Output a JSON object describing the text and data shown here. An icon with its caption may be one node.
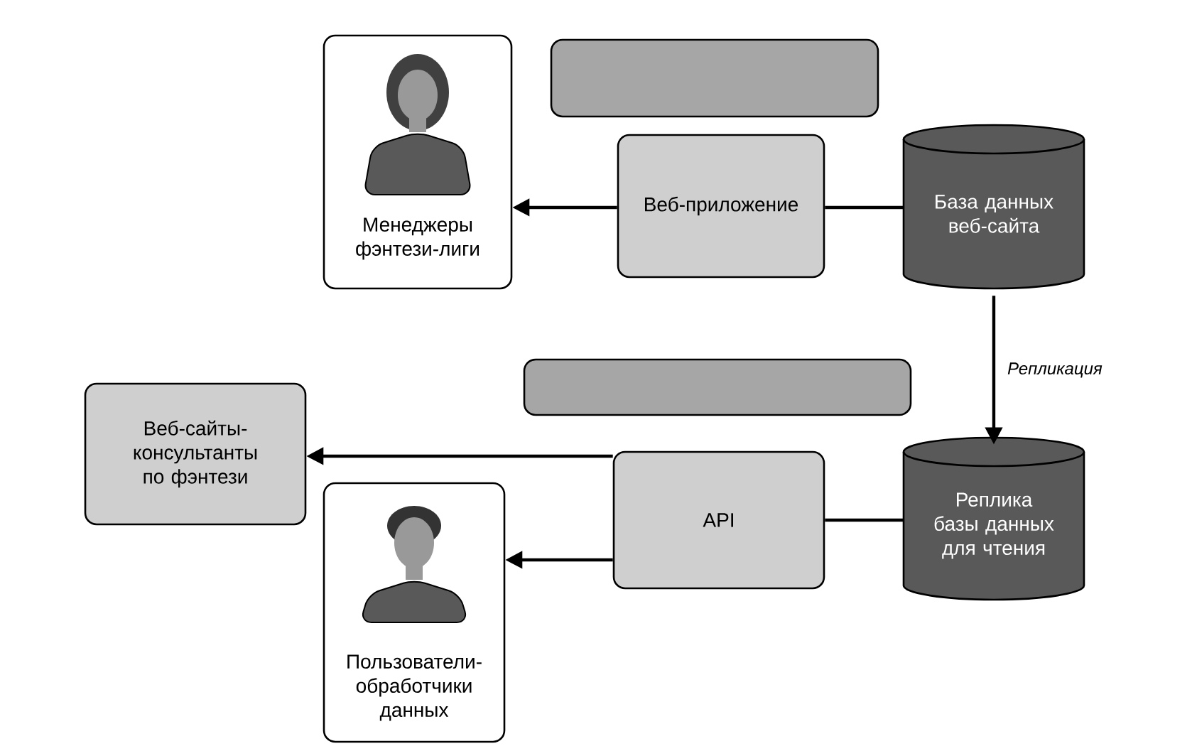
{
  "diagram": {
    "nodes": [
      {
        "text": [],
        "shape": "box"
      },
      {
        "text": [
          "Менеджеры фэнтези-лиги"
        ]
      },
      {
        "text": [
          "Веб-приложение"
        ]
      },
      {
        "text": [
          "База данных веб-сайта"
        ]
      },
      {
        "text": [],
        "shape": "box"
      },
      {
        "text": [
          "Веб-сайты-консультанты по фэнтези"
        ]
      },
      {
        "text": [
          "Пользователи-обработчики данных"
        ]
      },
      {
        "text": [
          "API"
        ]
      },
      {
        "text": [
          "Реплика базы данных для чтения"
        ]
      }
    ],
    "edges": [
      {
        "from": 2,
        "to": 1,
        "arrow": "to"
      },
      {
        "from": 3,
        "to": 2,
        "arrow": "none"
      },
      {
        "from": 3,
        "to": 8,
        "arrow": "to",
        "label": "Репликация"
      },
      {
        "from": 7,
        "to": 5,
        "arrow": "to"
      },
      {
        "from": 7,
        "to": 6,
        "arrow": "to"
      },
      {
        "from": 8,
        "to": 7,
        "arrow": "none"
      }
    ]
  }
}
